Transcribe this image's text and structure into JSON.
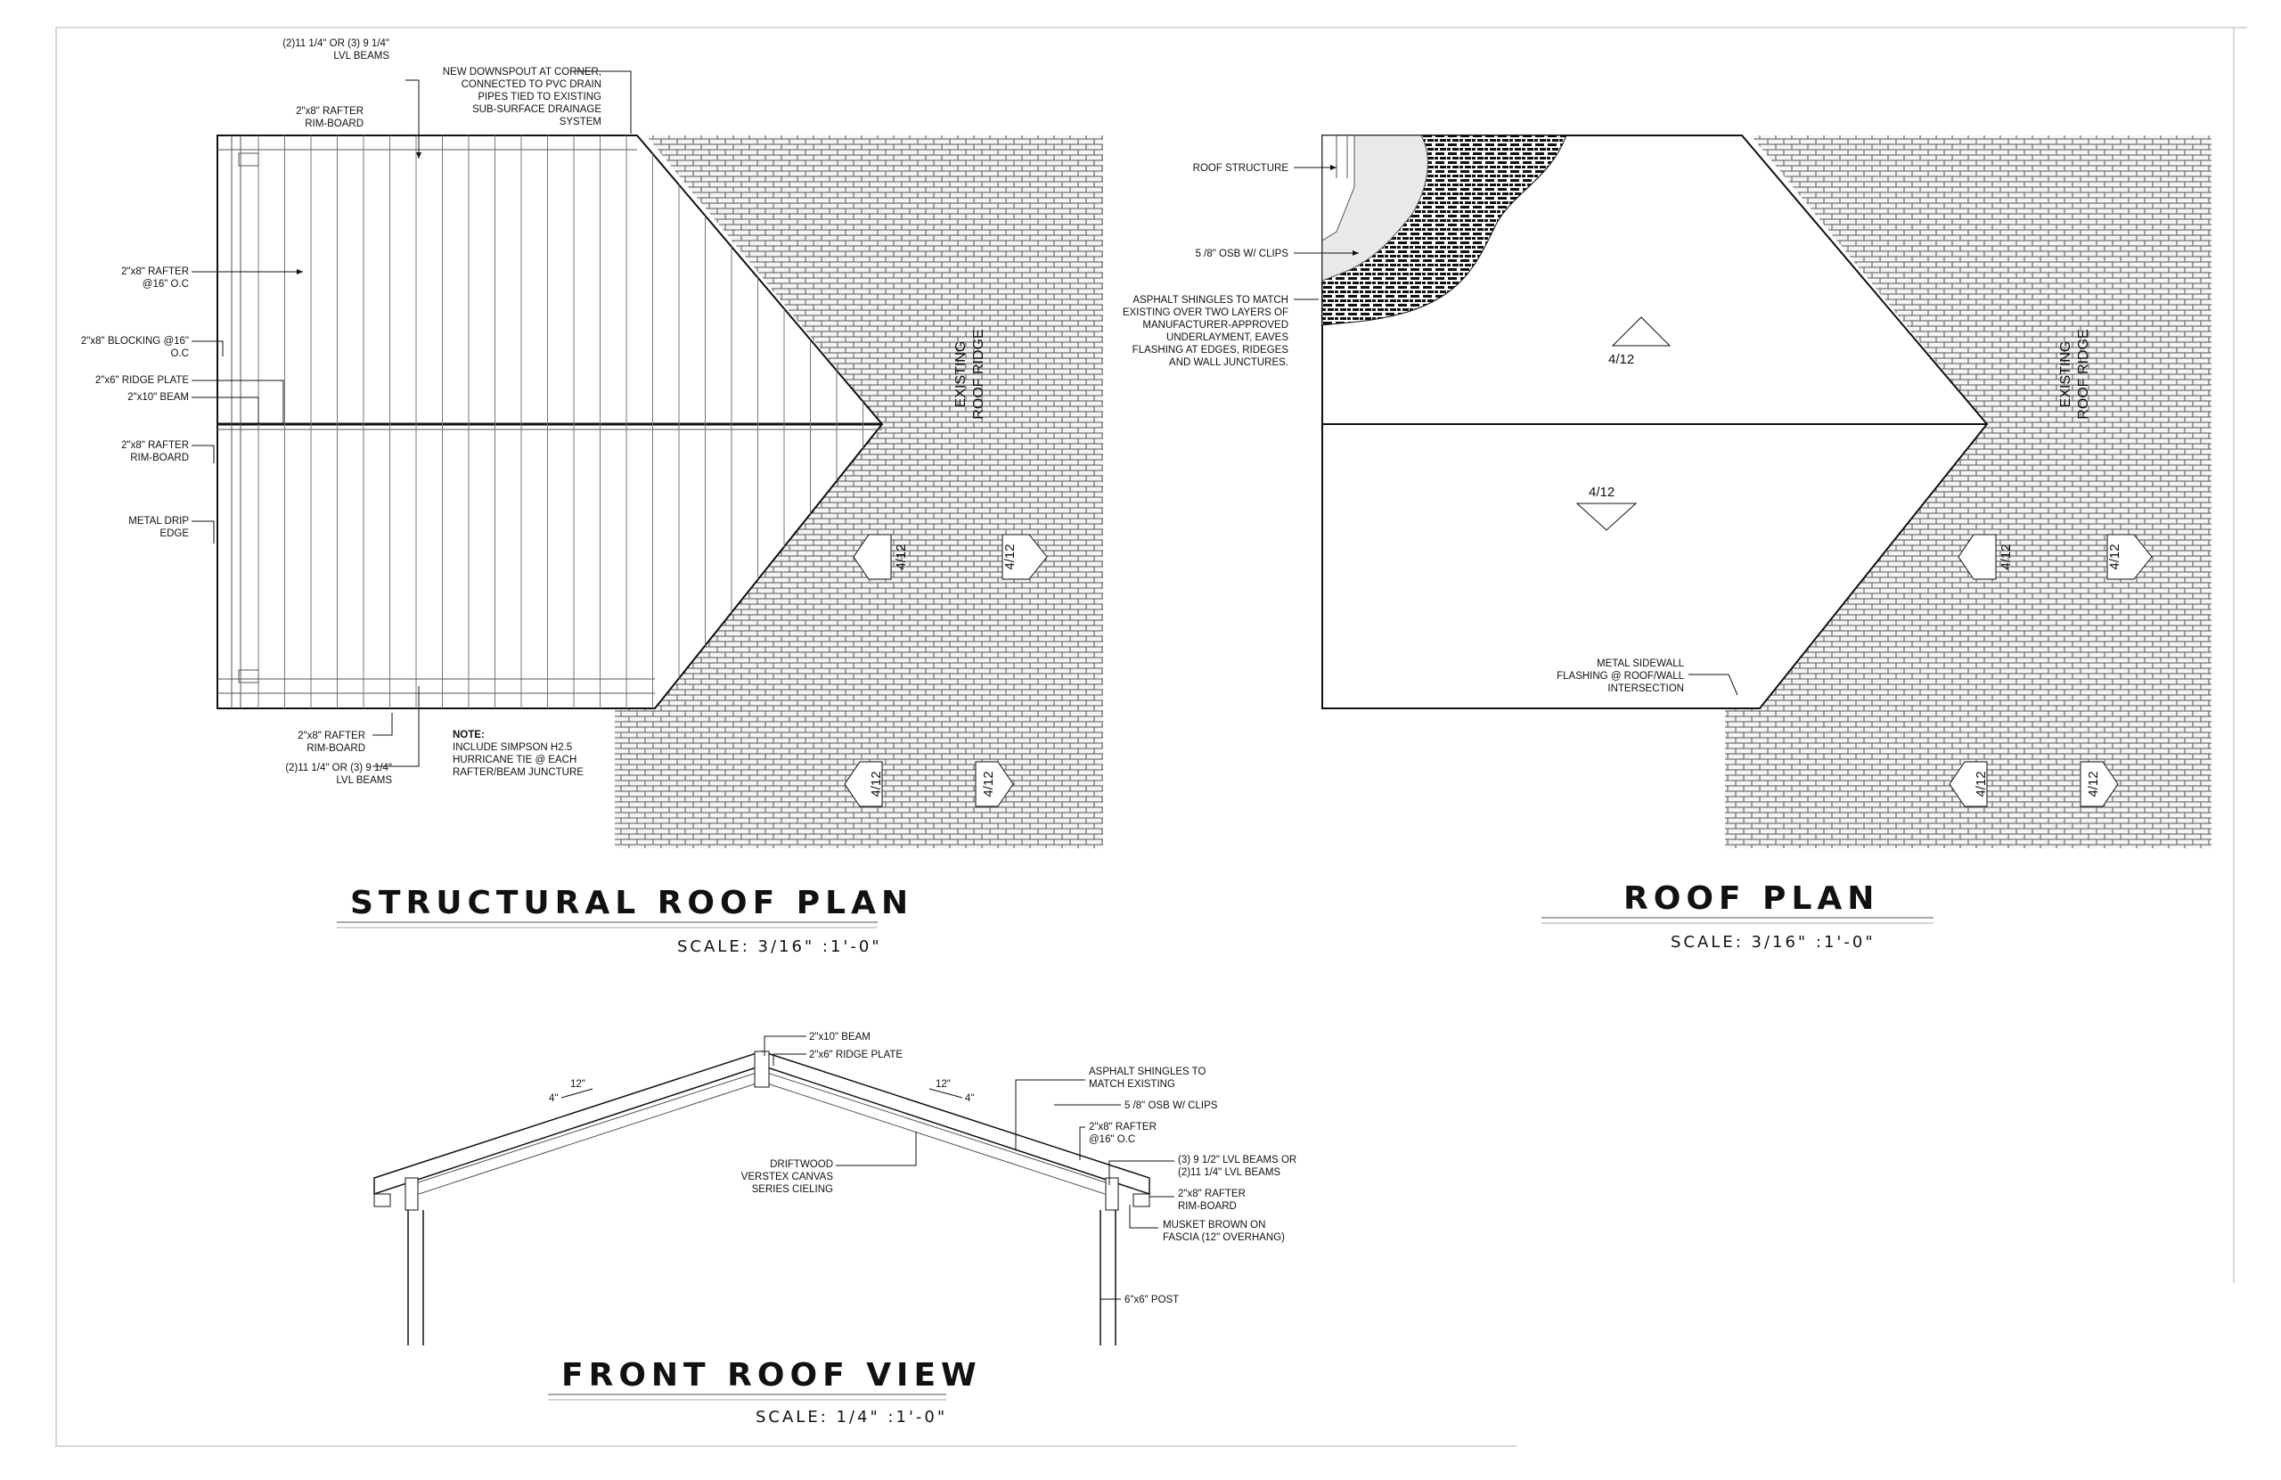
{
  "colors": {
    "line": "#111111",
    "brick_fill": "#f4f4f4",
    "brick_line": "#555555",
    "border": "#d8d8d8"
  },
  "structural_plan": {
    "title": "STRUCTURAL ROOF PLAN",
    "scale": "SCALE: 3/16\" :1'-0\"",
    "labels": {
      "lvl_top_1": "(2)11 1/4\" OR (3) 9 1/4\"",
      "lvl_top_2": "LVL BEAMS",
      "rim_top_1": "2\"x8\" RAFTER",
      "rim_top_2": "RIM-BOARD",
      "downspout_1": "NEW DOWNSPOUT AT CORNER,",
      "downspout_2": "CONNECTED TO PVC DRAIN",
      "downspout_3": "PIPES TIED TO EXISTING",
      "downspout_4": "SUB-SURFACE DRAINAGE",
      "downspout_5": "SYSTEM",
      "rafter_1": "2\"x8\" RAFTER",
      "rafter_2": "@16\" O.C",
      "blocking_1": "2\"x8\" BLOCKING @16\"",
      "blocking_2": "O.C",
      "ridge_plate": "2\"x6\" RIDGE PLATE",
      "beam": "2\"x10\" BEAM",
      "rim_left_1": "2\"x8\" RAFTER",
      "rim_left_2": "RIM-BOARD",
      "drip_1": "METAL DRIP",
      "drip_2": "EDGE",
      "rim_bottom_1": "2\"x8\" RAFTER",
      "rim_bottom_2": "RIM-BOARD",
      "lvl_bottom_1": "(2)11 1/4\" OR (3) 9 1/4\"",
      "lvl_bottom_2": "LVL BEAMS",
      "note_head": "NOTE:",
      "note_1": "INCLUDE   SIMPSON   H2.5",
      "note_2": "HURRICANE   TIE   @   EACH",
      "note_3": "RAFTER/BEAM JUNCTURE",
      "existing_1": "EXISTING",
      "existing_2": "ROOF RIDGE",
      "slope": "4/12"
    }
  },
  "roof_plan": {
    "title": "ROOF PLAN",
    "scale": "SCALE: 3/16\" :1'-0\"",
    "labels": {
      "structure": "ROOF STRUCTURE",
      "osb": "5 /8\" OSB W/ CLIPS",
      "shingles_1": "ASPHALT SHINGLES TO MATCH",
      "shingles_2": "EXISTING OVER TWO LAYERS OF",
      "shingles_3": "MANUFACTURER-APPROVED",
      "shingles_4": "UNDERLAYMENT, EAVES",
      "shingles_5": "FLASHING AT EDGES, RIDEGES",
      "shingles_6": "AND WALL JUNCTURES.",
      "sidewall_1": "METAL SIDEWALL",
      "sidewall_2": "FLASHING @ ROOF/WALL",
      "sidewall_3": "INTERSECTION",
      "existing_1": "EXISTING",
      "existing_2": "ROOF RIDGE",
      "slope": "4/12"
    }
  },
  "front_view": {
    "title": "FRONT ROOF VIEW",
    "scale": "SCALE: 1/4\" :1'-0\"",
    "labels": {
      "beam": "2\"x10\" BEAM",
      "ridge_plate": "2\"x6\" RIDGE PLATE",
      "shingles_1": "ASPHALT SHINGLES TO",
      "shingles_2": "MATCH EXISTING",
      "osb": "5 /8\" OSB W/ CLIPS",
      "rafter_1": "2\"x8\" RAFTER",
      "rafter_2": "@16\" O.C",
      "lvl_1": "(3) 9 1/2\" LVL BEAMS OR",
      "lvl_2": "(2)11 1/4\" LVL BEAMS",
      "rim_1": "2\"x8\" RAFTER",
      "rim_2": "RIM-BOARD",
      "fascia_1": "MUSKET BROWN ON",
      "fascia_2": "FASCIA (12\" OVERHANG)",
      "post": "6\"x6\" POST",
      "ceiling_1": "DRIFTWOOD",
      "ceiling_2": "VERSTEX CANVAS",
      "ceiling_3": "SERIES CIELING",
      "pitch_run": "12\"",
      "pitch_rise": "4\""
    }
  }
}
